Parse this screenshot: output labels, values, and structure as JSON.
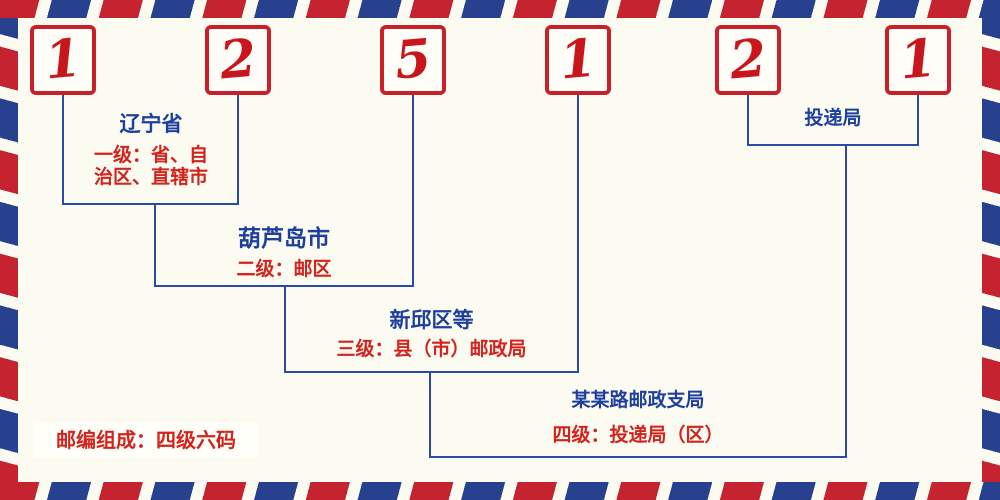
{
  "postal_code": "125121",
  "digits": [
    "1",
    "2",
    "5",
    "1",
    "2",
    "1"
  ],
  "levels": {
    "level1": {
      "place": "辽宁省",
      "desc_line1": "一级：省、自",
      "desc_line2": "治区、直辖市"
    },
    "level2": {
      "place": "葫芦岛市",
      "desc": "二级：邮区"
    },
    "level3": {
      "place": "新邱区等",
      "desc": "三级：县（市）邮政局"
    },
    "level4": {
      "place": "某某路邮政支局",
      "desc": "四级：投递局（区）"
    },
    "delivery": {
      "place": "投递局"
    }
  },
  "footer_note": "邮编组成：四级六码",
  "colors": {
    "text_blue": "#1e3f9e",
    "text_red": "#d3231d",
    "line_blue": "#2a4aa8",
    "digit_red": "#c9161d",
    "box_border_red": "#c9202a",
    "stripe_red": "#c52330",
    "stripe_blue": "#27418f",
    "background": "#fbfbf2"
  }
}
